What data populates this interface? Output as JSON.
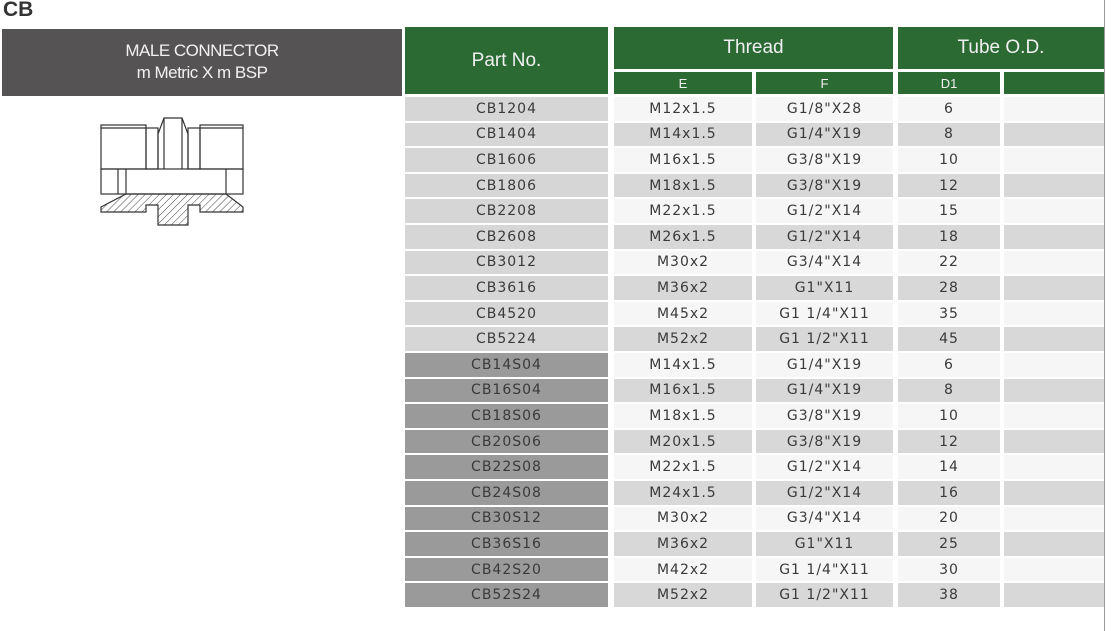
{
  "title": "CB",
  "banner": {
    "line1": "MALE CONNECTOR",
    "line2": "m Metric X m BSP"
  },
  "headers": {
    "part_no": "Part No.",
    "thread": "Thread",
    "tube_od": "Tube O.D.",
    "e": "E",
    "f": "F",
    "d1": "D1"
  },
  "colors": {
    "header_green": "#2b6a33",
    "banner_gray": "#555354",
    "part_light": "#d6d6d6",
    "part_dark": "#9b9a9b",
    "row_light": "#f6f6f6",
    "row_gray": "#d8d8d8"
  },
  "rows": [
    {
      "part": "CB1204",
      "e": "M12x1.5",
      "f": "G1/8\"X28",
      "d1": "6",
      "series": "light"
    },
    {
      "part": "CB1404",
      "e": "M14x1.5",
      "f": "G1/4\"X19",
      "d1": "8",
      "series": "light"
    },
    {
      "part": "CB1606",
      "e": "M16x1.5",
      "f": "G3/8\"X19",
      "d1": "10",
      "series": "light"
    },
    {
      "part": "CB1806",
      "e": "M18x1.5",
      "f": "G3/8\"X19",
      "d1": "12",
      "series": "light"
    },
    {
      "part": "CB2208",
      "e": "M22x1.5",
      "f": "G1/2\"X14",
      "d1": "15",
      "series": "light"
    },
    {
      "part": "CB2608",
      "e": "M26x1.5",
      "f": "G1/2\"X14",
      "d1": "18",
      "series": "light"
    },
    {
      "part": "CB3012",
      "e": "M30x2",
      "f": "G3/4\"X14",
      "d1": "22",
      "series": "light"
    },
    {
      "part": "CB3616",
      "e": "M36x2",
      "f": "G1\"X11",
      "d1": "28",
      "series": "light"
    },
    {
      "part": "CB4520",
      "e": "M45x2",
      "f": "G1 1/4\"X11",
      "d1": "35",
      "series": "light"
    },
    {
      "part": "CB5224",
      "e": "M52x2",
      "f": "G1 1/2\"X11",
      "d1": "45",
      "series": "light"
    },
    {
      "part": "CB14S04",
      "e": "M14x1.5",
      "f": "G1/4\"X19",
      "d1": "6",
      "series": "dark"
    },
    {
      "part": "CB16S04",
      "e": "M16x1.5",
      "f": "G1/4\"X19",
      "d1": "8",
      "series": "dark"
    },
    {
      "part": "CB18S06",
      "e": "M18x1.5",
      "f": "G3/8\"X19",
      "d1": "10",
      "series": "dark"
    },
    {
      "part": "CB20S06",
      "e": "M20x1.5",
      "f": "G3/8\"X19",
      "d1": "12",
      "series": "dark"
    },
    {
      "part": "CB22S08",
      "e": "M22x1.5",
      "f": "G1/2\"X14",
      "d1": "14",
      "series": "dark"
    },
    {
      "part": "CB24S08",
      "e": "M24x1.5",
      "f": "G1/2\"X14",
      "d1": "16",
      "series": "dark"
    },
    {
      "part": "CB30S12",
      "e": "M30x2",
      "f": "G3/4\"X14",
      "d1": "20",
      "series": "dark"
    },
    {
      "part": "CB36S16",
      "e": "M36x2",
      "f": "G1\"X11",
      "d1": "25",
      "series": "dark"
    },
    {
      "part": "CB42S20",
      "e": "M42x2",
      "f": "G1 1/4\"X11",
      "d1": "30",
      "series": "dark"
    },
    {
      "part": "CB52S24",
      "e": "M52x2",
      "f": "G1 1/2\"X11",
      "d1": "38",
      "series": "dark"
    }
  ]
}
